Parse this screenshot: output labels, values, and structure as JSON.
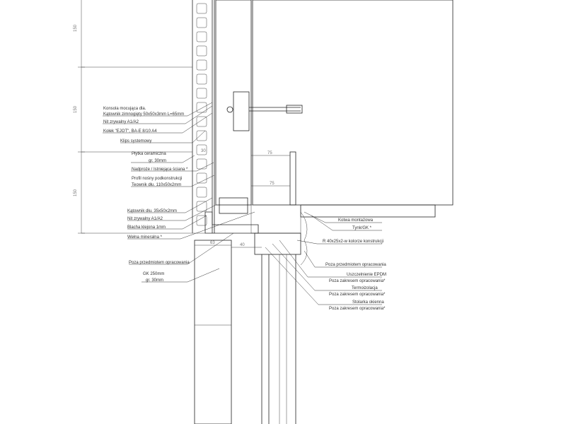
{
  "dimensions": {
    "vertical": [
      "150",
      "150",
      "150"
    ],
    "insulation_75_top": "75",
    "insulation_75_bottom": "75",
    "tile_gap": "30",
    "sill_63": "63",
    "sill_40": "40"
  },
  "labels_left": [
    "Konsola mocująca dla.",
    "Kątownik zimnogięty 50x50x3mm L=65mm",
    "Nit zrywalny A1/A2",
    "Kołek \"EJOT\", BA-E 8/10 A4",
    "Klips systemowy",
    "Płytka ceramiczna",
    "gr. 30mm",
    "Nadproże / Istniejąca ściana *",
    "Profil nośny podkonstrukcji",
    "Teownik dłu. 110x50x2mm",
    "Kątownik dłu. 35x50x2mm",
    "Nit zrywalny A1/A2",
    "Blacha klejona 1mm",
    "Wełna mineralna *",
    "Poza przedmiotem opracowania",
    "GK 250mm",
    "gr. 30mm"
  ],
  "labels_right": [
    "Kotwa montażowa",
    "Tynk/GK *",
    "R 40x25x2-w kolorze konstrukcji",
    "Poza przedmiotem opracowania",
    "Uszczelnienie EPDM",
    "Poza zakresem opracowania*",
    "Termoizolacja",
    "Poza zakresem opracowania*",
    "Stolarka okienna",
    "Poza zakresem opracowania*"
  ]
}
